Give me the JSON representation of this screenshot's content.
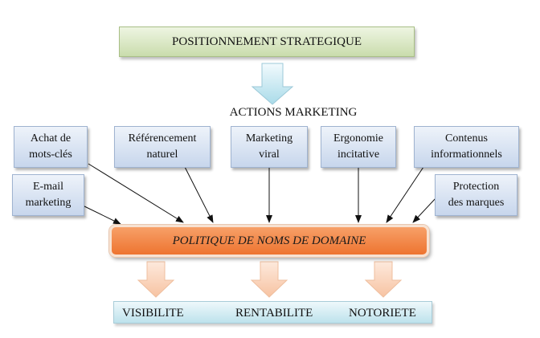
{
  "diagram": {
    "strategy": "POSITIONNEMENT STRATEGIQUE",
    "actions_title": "ACTIONS MARKETING",
    "actions": {
      "achat": {
        "line1": "Achat de",
        "line2": "mots-clés"
      },
      "referencement": {
        "line1": "Référencement",
        "line2": "naturel"
      },
      "viral": {
        "line1": "Marketing",
        "line2": "viral"
      },
      "ergonomie": {
        "line1": "Ergonomie",
        "line2": "incitative"
      },
      "contenus": {
        "line1": "Contenus",
        "line2": "informationnels"
      },
      "email": {
        "line1": "E-mail",
        "line2": "marketing"
      },
      "protection": {
        "line1": "Protection",
        "line2": "des marques"
      }
    },
    "policy": "POLITIQUE DE NOMS DE DOMAINE",
    "results": [
      "VISIBILITE",
      "RENTABILITE",
      "NOTORIETE"
    ]
  }
}
